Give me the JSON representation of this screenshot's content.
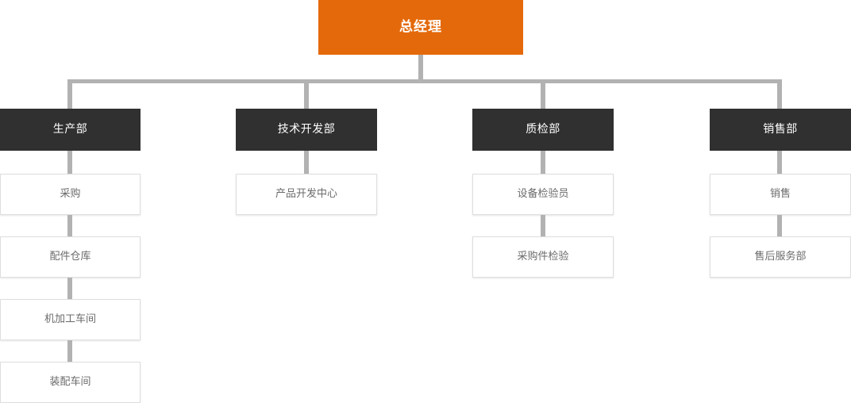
{
  "chart_data": {
    "type": "diagram",
    "title": "",
    "diagram_kind": "organization-chart",
    "orientation": "top-down",
    "colors": {
      "root_background": "#e4690b",
      "root_text": "#ffffff",
      "department_background": "#303030",
      "department_text": "#ffffff",
      "leaf_background": "#ffffff",
      "leaf_text": "#6b6b6b",
      "leaf_border": "#dedede",
      "connector": "#b2b2b2",
      "page_background": "#ffffff"
    },
    "nodes": [
      {
        "id": "root",
        "label": "总经理",
        "level": 0,
        "parent": null
      },
      {
        "id": "d1",
        "label": "生产部",
        "level": 1,
        "parent": "root"
      },
      {
        "id": "d2",
        "label": "技术开发部",
        "level": 1,
        "parent": "root"
      },
      {
        "id": "d3",
        "label": "质检部",
        "level": 1,
        "parent": "root"
      },
      {
        "id": "d4",
        "label": "销售部",
        "level": 1,
        "parent": "root"
      },
      {
        "id": "d1c1",
        "label": "采购",
        "level": 2,
        "parent": "d1"
      },
      {
        "id": "d1c2",
        "label": "配件仓库",
        "level": 2,
        "parent": "d1"
      },
      {
        "id": "d1c3",
        "label": "机加工车间",
        "level": 2,
        "parent": "d1"
      },
      {
        "id": "d1c4",
        "label": "装配车间",
        "level": 2,
        "parent": "d1"
      },
      {
        "id": "d2c1",
        "label": "产品开发中心",
        "level": 2,
        "parent": "d2"
      },
      {
        "id": "d3c1",
        "label": "设备检验员",
        "level": 2,
        "parent": "d3"
      },
      {
        "id": "d3c2",
        "label": "采购件检验",
        "level": 2,
        "parent": "d3"
      },
      {
        "id": "d4c1",
        "label": "销售",
        "level": 2,
        "parent": "d4"
      },
      {
        "id": "d4c2",
        "label": "售后服务部",
        "level": 2,
        "parent": "d4"
      }
    ]
  },
  "chart": {
    "root": {
      "label": "总经理"
    },
    "departments": [
      {
        "label": "生产部",
        "children": [
          {
            "label": "采购"
          },
          {
            "label": "配件仓库"
          },
          {
            "label": "机加工车间"
          },
          {
            "label": "装配车间"
          }
        ]
      },
      {
        "label": "技术开发部",
        "children": [
          {
            "label": "产品开发中心"
          }
        ]
      },
      {
        "label": "质检部",
        "children": [
          {
            "label": "设备检验员"
          },
          {
            "label": "采购件检验"
          }
        ]
      },
      {
        "label": "销售部",
        "children": [
          {
            "label": "销售"
          },
          {
            "label": "售后服务部"
          }
        ]
      }
    ]
  }
}
